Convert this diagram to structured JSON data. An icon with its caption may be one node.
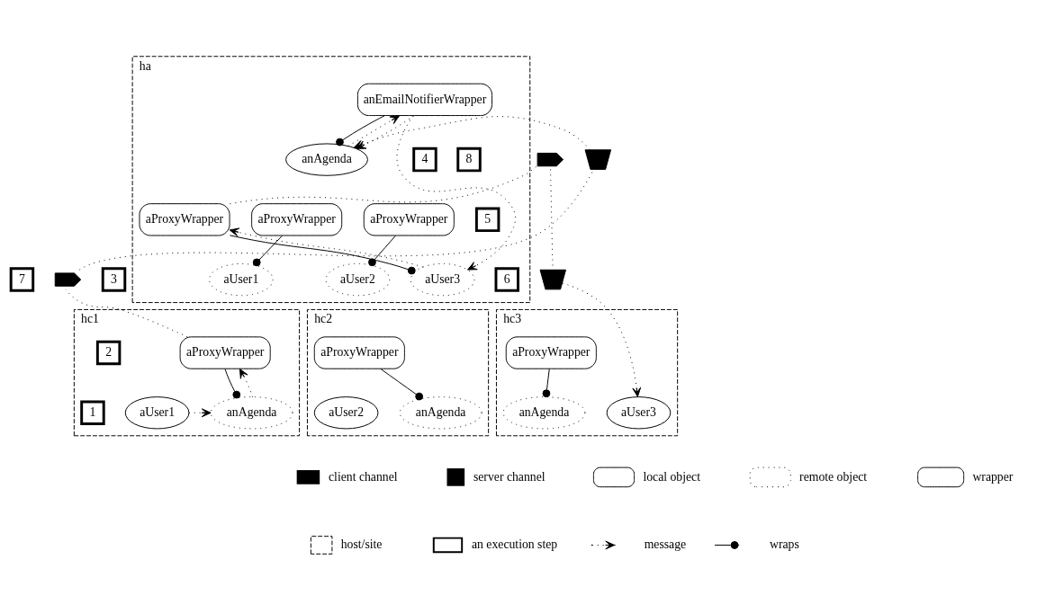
{
  "diagram": {
    "nodes": [
      {
        "text": [
          "ha"
        ]
      },
      {
        "text": [
          "anEmailNotifierWrapper"
        ],
        "in": 0
      },
      {
        "text": [
          "anAgenda"
        ],
        "in": 0
      },
      {
        "text": [
          "aProxyWrapper"
        ],
        "in": 0
      },
      {
        "text": [
          "aUser1"
        ],
        "in": 0
      },
      {
        "text": [
          "aProxyWrapper"
        ],
        "in": 0
      },
      {
        "text": [
          "aUser2"
        ],
        "in": 0
      },
      {
        "text": [
          "aProxyWrapper"
        ],
        "in": 0
      },
      {
        "text": [
          "aUser3"
        ],
        "in": 0
      },
      {
        "text": [],
        "shape": "flag"
      },
      {
        "text": [],
        "shape": "pentagon"
      },
      {
        "text": [
          "hc1"
        ]
      },
      {
        "text": [
          "aProxyWrapper"
        ],
        "in": 11
      },
      {
        "text": [
          "anAgenda"
        ],
        "in": 11
      },
      {
        "text": [
          "aUser1"
        ],
        "in": 11
      },
      {
        "text": [],
        "shape": "pentagon"
      },
      {
        "text": [
          "hc2"
        ]
      },
      {
        "text": [
          "aProxyWrapper"
        ],
        "in": 16
      },
      {
        "text": [
          "anAgenda"
        ],
        "in": 16
      },
      {
        "text": [
          "aUser2"
        ],
        "in": 16
      },
      {
        "text": [
          "hc3"
        ]
      },
      {
        "text": [],
        "shape": "flag"
      },
      {
        "text": [
          "aProxyWrapper"
        ],
        "in": 20
      },
      {
        "text": [
          "anAgenda"
        ],
        "in": 20
      },
      {
        "text": [
          "aUser3"
        ],
        "in": 20
      },
      {
        "text": [
          "1"
        ],
        "in": 11
      },
      {
        "text": [
          "2"
        ],
        "in": 11
      },
      {
        "text": [
          "3"
        ]
      },
      {
        "text": [
          "4"
        ],
        "in": 0
      },
      {
        "text": [
          "5"
        ],
        "in": 0
      },
      {
        "text": [
          "6"
        ],
        "in": 0
      },
      {
        "text": [
          "7"
        ]
      },
      {
        "text": [
          "8"
        ],
        "in": 0
      }
    ],
    "edges": [
      {
        "from": 1,
        "to": 2,
        "arrow": "other"
      },
      {
        "from": 3,
        "to": 4,
        "arrow": "other"
      },
      {
        "from": 5,
        "to": 6,
        "arrow": "other"
      },
      {
        "from": 7,
        "to": 8,
        "arrow": "other"
      },
      {
        "from": 12,
        "to": 13,
        "arrow": "other"
      },
      {
        "from": 17,
        "to": 18,
        "arrow": "other"
      },
      {
        "from": 22,
        "to": 23,
        "arrow": "other"
      },
      {
        "from": 14,
        "to": 13,
        "arrow": "to",
        "style": "dashed"
      },
      {
        "from": 13,
        "to": 12,
        "arrow": "to",
        "style": "dashed"
      },
      {
        "from": 12,
        "to": 15,
        "arrow": "none",
        "style": "dashed"
      },
      {
        "from": 15,
        "to": 9,
        "arrow": "none",
        "style": "dashed"
      },
      {
        "from": 9,
        "to": 2,
        "arrow": "to",
        "style": "dashed"
      },
      {
        "from": 2,
        "to": 1,
        "arrow": "to",
        "style": "dashed"
      },
      {
        "from": 1,
        "to": 8,
        "arrow": "to",
        "style": "dashed"
      },
      {
        "from": 8,
        "to": 7,
        "arrow": "to",
        "style": "dashed"
      },
      {
        "from": 7,
        "to": 10,
        "arrow": "none",
        "style": "dashed"
      },
      {
        "from": 10,
        "to": 21,
        "arrow": "none",
        "style": "dashed"
      },
      {
        "from": 21,
        "to": 24,
        "arrow": "to",
        "style": "dashed"
      },
      {
        "from": 1,
        "to": 2,
        "arrow": "to",
        "style": "dashed"
      }
    ],
    "legend": [
      {
        "text": "client channel"
      },
      {
        "text": "server channel"
      },
      {
        "text": "local object"
      },
      {
        "text": "remote object"
      },
      {
        "text": "wrapper"
      },
      {
        "text": "host/site"
      },
      {
        "text": "an execution step"
      },
      {
        "text": "message"
      },
      {
        "text": "wraps"
      }
    ]
  }
}
